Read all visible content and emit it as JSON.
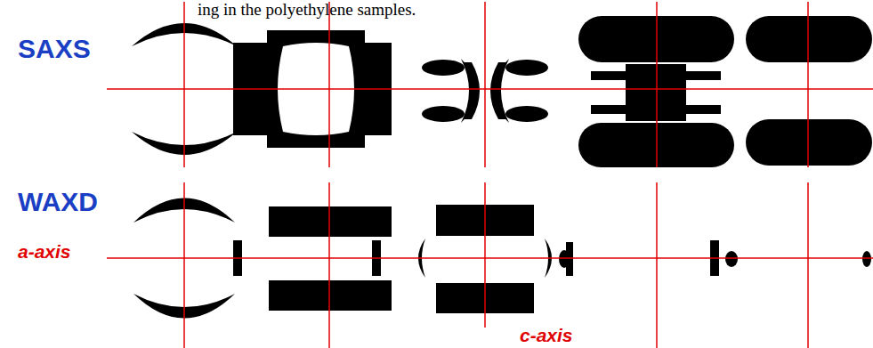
{
  "diagram": {
    "labels": [
      "ing in the polyethylene samples.",
      "SAXS",
      "WAXD",
      "a-axis",
      "c-axis"
    ]
  }
}
